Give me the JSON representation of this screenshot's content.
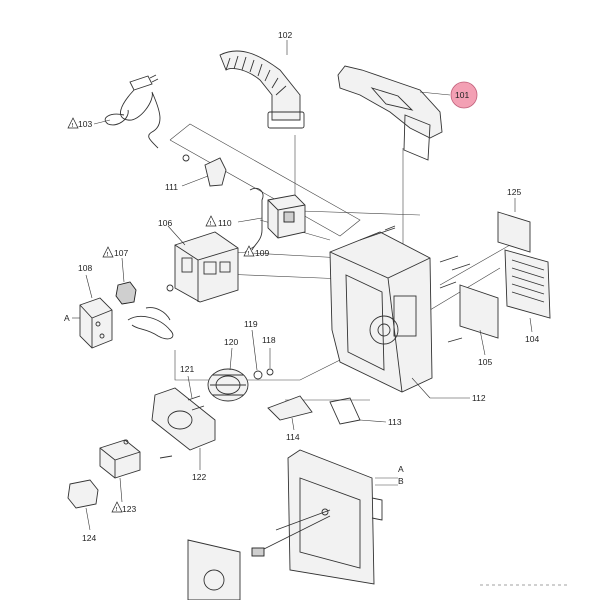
{
  "callouts": [
    {
      "id": "101",
      "label": "101",
      "warning": false,
      "highlighted": true
    },
    {
      "id": "102",
      "label": "102",
      "warning": false
    },
    {
      "id": "103",
      "label": "103",
      "warning": true
    },
    {
      "id": "104",
      "label": "104",
      "warning": false
    },
    {
      "id": "105",
      "label": "105",
      "warning": false
    },
    {
      "id": "106",
      "label": "106",
      "warning": false
    },
    {
      "id": "107",
      "label": "107",
      "warning": true
    },
    {
      "id": "108",
      "label": "108",
      "warning": false
    },
    {
      "id": "109",
      "label": "109",
      "warning": true
    },
    {
      "id": "110",
      "label": "110",
      "warning": true
    },
    {
      "id": "111",
      "label": "111",
      "warning": false
    },
    {
      "id": "112",
      "label": "112",
      "warning": false
    },
    {
      "id": "113",
      "label": "113",
      "warning": false
    },
    {
      "id": "114",
      "label": "114",
      "warning": false
    },
    {
      "id": "118",
      "label": "118",
      "warning": false
    },
    {
      "id": "119",
      "label": "119",
      "warning": false
    },
    {
      "id": "120",
      "label": "120",
      "warning": false
    },
    {
      "id": "121",
      "label": "121",
      "warning": false
    },
    {
      "id": "122",
      "label": "122",
      "warning": false
    },
    {
      "id": "123",
      "label": "123",
      "warning": true
    },
    {
      "id": "124",
      "label": "124",
      "warning": false
    },
    {
      "id": "125",
      "label": "125",
      "warning": false
    }
  ],
  "reference_marks": {
    "a_left": "A",
    "a_right": "A",
    "b_right": "B"
  },
  "colors": {
    "highlight_fill": "#f3a0b4",
    "line": "#333333"
  }
}
